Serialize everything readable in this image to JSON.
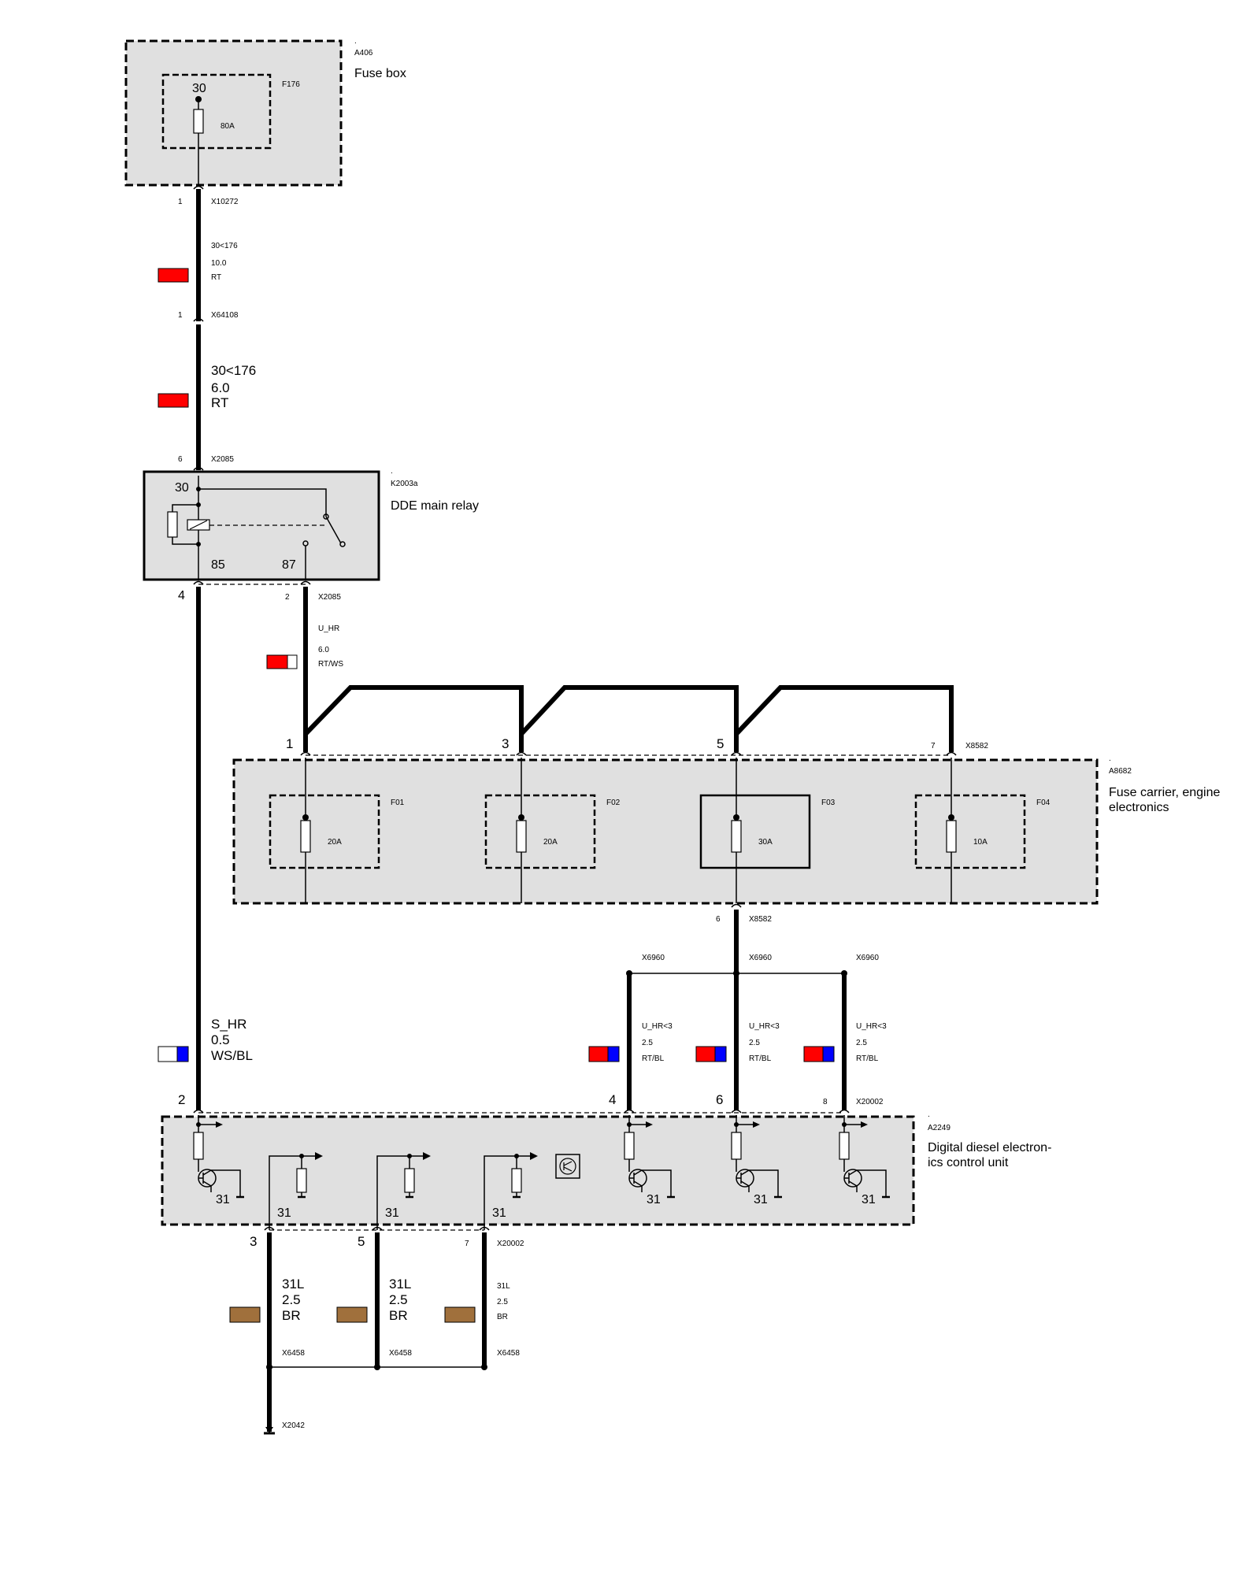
{
  "fusebox": {
    "dot": ".",
    "id": "A406",
    "name": "Fuse box",
    "fuse_id": "F176",
    "terminal": "30",
    "rating": "80A"
  },
  "w1": {
    "pin_top": "1",
    "conn_top": "X10272",
    "circuit": "30<176",
    "size": "10.0",
    "color": "RT",
    "pin_bottom": "1",
    "conn_bottom": "X64108"
  },
  "w2": {
    "circuit": "30<176",
    "size": "6.0",
    "color": "RT",
    "pin": "6",
    "conn": "X2085"
  },
  "relay": {
    "dot": ".",
    "id": "K2003a",
    "name": "DDE main relay",
    "t30": "30",
    "t85": "85",
    "t87": "87",
    "pin4": "4",
    "pin2": "2",
    "conn": "X2085"
  },
  "w3": {
    "circuit": "U_HR",
    "size": "6.0",
    "color": "RT/WS"
  },
  "carrier": {
    "dot": ".",
    "id": "A8682",
    "name_l1": "Fuse carrier, engine",
    "name_l2": "electronics",
    "pin1": "1",
    "pin3": "3",
    "pin5": "5",
    "pin7": "7",
    "conn_top": "X8582",
    "pin6": "6",
    "conn_bottom": "X8582",
    "fuses": [
      {
        "id": "F01",
        "rating": "20A"
      },
      {
        "id": "F02",
        "rating": "20A"
      },
      {
        "id": "F03",
        "rating": "30A"
      },
      {
        "id": "F04",
        "rating": "10A"
      }
    ]
  },
  "x6960": [
    "X6960",
    "X6960",
    "X6960"
  ],
  "uhr": [
    {
      "circuit": "U_HR<3",
      "size": "2.5",
      "color": "RT/BL"
    },
    {
      "circuit": "U_HR<3",
      "size": "2.5",
      "color": "RT/BL"
    },
    {
      "circuit": "U_HR<3",
      "size": "2.5",
      "color": "RT/BL"
    }
  ],
  "shr": {
    "circuit": "S_HR",
    "size": "0.5",
    "color": "WS/BL"
  },
  "dde": {
    "dot": ".",
    "id": "A2249",
    "name_l1": "Digital diesel electron-",
    "name_l2": "ics control unit",
    "pin2": "2",
    "pin4": "4",
    "pin6": "6",
    "pin8": "8",
    "conn_top": "X20002",
    "pin3": "3",
    "pin5": "5",
    "pin7": "7",
    "conn_bottom": "X20002",
    "ground": "31"
  },
  "gnd": [
    {
      "circuit": "31L",
      "size": "2.5",
      "color": "BR"
    },
    {
      "circuit": "31L",
      "size": "2.5",
      "color": "BR"
    },
    {
      "circuit": "31L",
      "size": "2.5",
      "color": "BR"
    }
  ],
  "x6458": [
    "X6458",
    "X6458",
    "X6458"
  ],
  "x2042": "X2042",
  "colors": {
    "red": "#ff0000",
    "blue": "#0000ff",
    "white": "#ffffff",
    "brown": "#a0703c",
    "box_fill": "#e0e0e0"
  }
}
